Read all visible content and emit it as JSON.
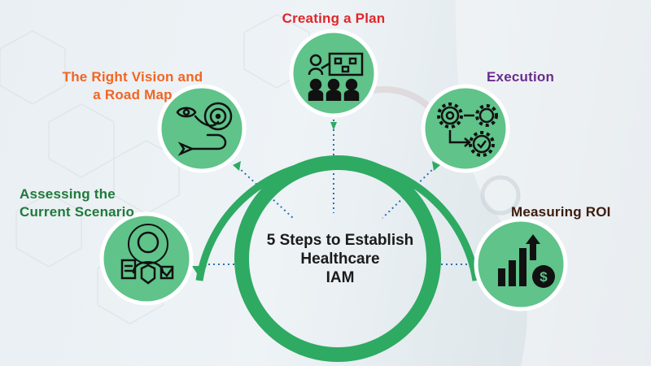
{
  "colors": {
    "green": "#2eaa63",
    "node_fill": "#5fc38a",
    "label_red": "#e0262a",
    "label_orange": "#f26522",
    "label_purple": "#6a2c8e",
    "label_green": "#1f7a3a",
    "label_brown": "#3d1c0c"
  },
  "center": {
    "line1": "5 Steps to Establish",
    "line2": "Healthcare",
    "line3": "IAM"
  },
  "steps": [
    {
      "label": "Assessing the",
      "label2": "Current Scenario",
      "icon": "assessment-person-icon",
      "color": "#1f7a3a"
    },
    {
      "label": "The Right Vision and",
      "label2": "a Road Map",
      "icon": "vision-target-icon",
      "color": "#f26522"
    },
    {
      "label": "Creating a Plan",
      "icon": "planning-meeting-icon",
      "color": "#e0262a"
    },
    {
      "label": "Execution",
      "icon": "gears-process-icon",
      "color": "#6a2c8e"
    },
    {
      "label": "Measuring ROI",
      "icon": "roi-growth-icon",
      "color": "#3d1c0c"
    }
  ]
}
